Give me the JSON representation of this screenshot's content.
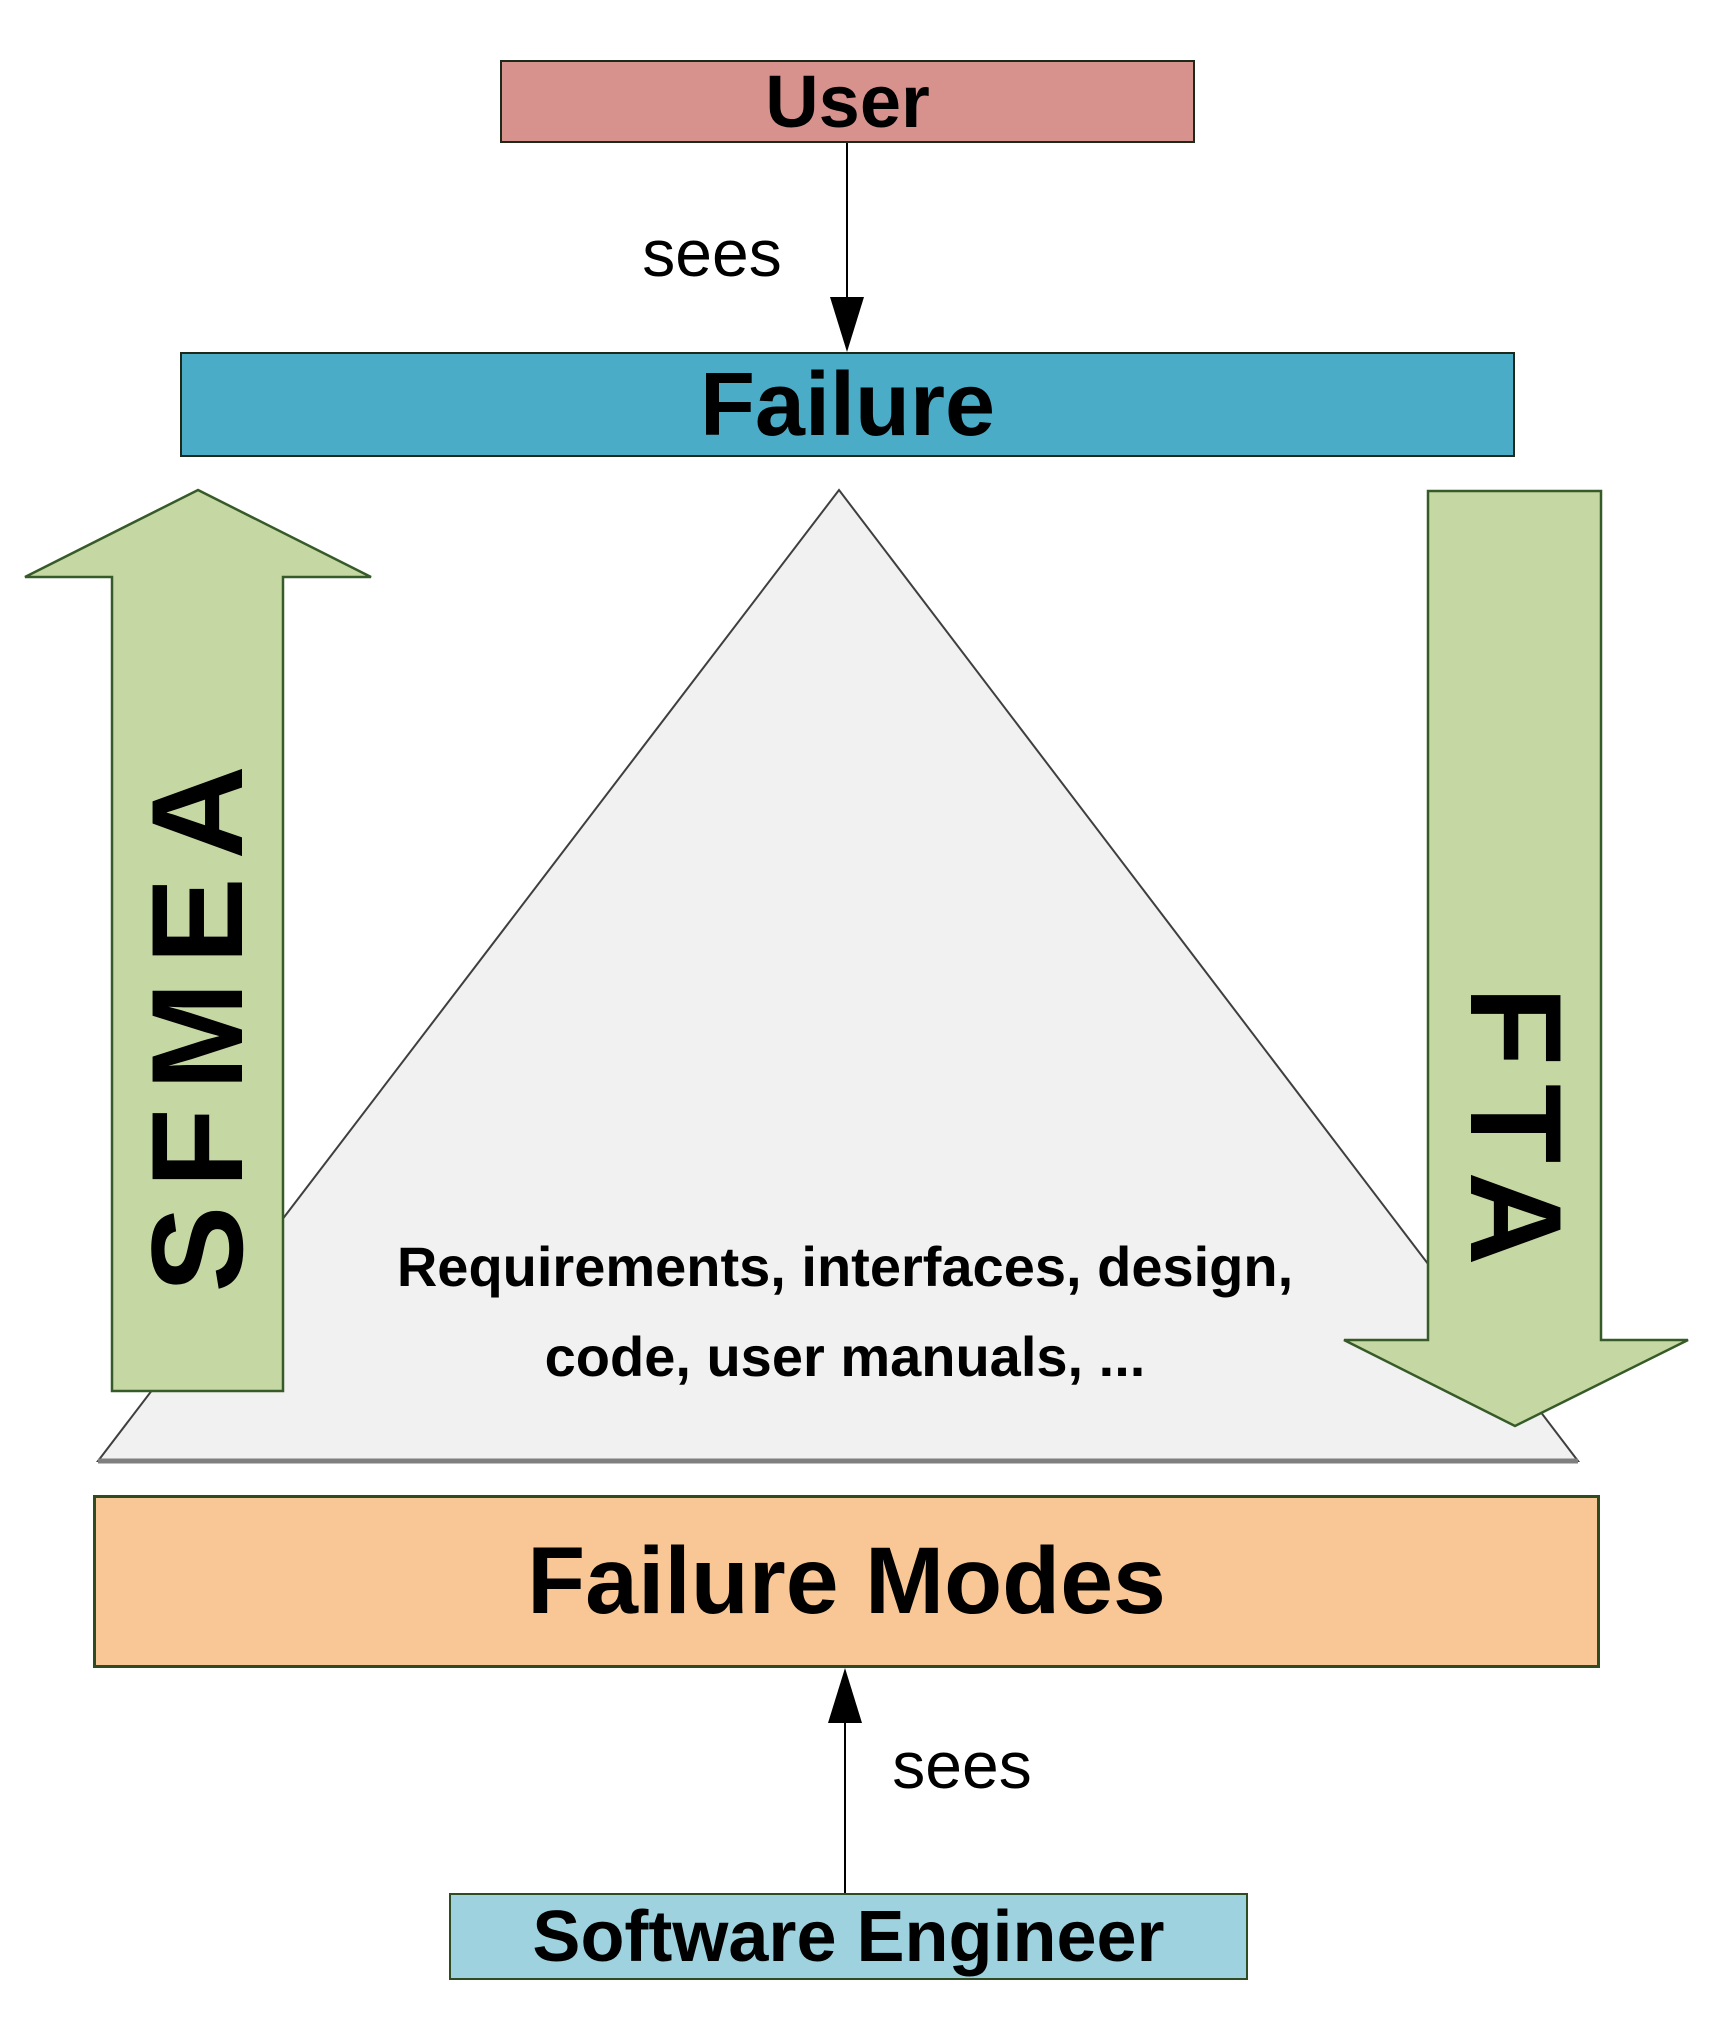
{
  "diagram": {
    "nodes": {
      "user": {
        "label": "User",
        "fill": "#D7928E"
      },
      "failure": {
        "label": "Failure",
        "fill": "#4AACC6"
      },
      "artifacts_triangle": {
        "line1": "Requirements, interfaces, design,",
        "line2": "code, user manuals, ...",
        "fill": "#F1F1F1"
      },
      "failure_modes": {
        "label": "Failure Modes",
        "fill": "#F8C795"
      },
      "software_engineer": {
        "label": "Software Engineer",
        "fill": "#9DD2DE"
      }
    },
    "edges": {
      "user_sees": {
        "label": "sees"
      },
      "engineer_sees": {
        "label": "sees"
      }
    },
    "analysis_arrows": {
      "sfmea": {
        "label": "SFMEA",
        "direction": "up",
        "fill": "#C5D8A4",
        "border": "#375B28"
      },
      "fta": {
        "label": "FTA",
        "direction": "down",
        "fill": "#C5D8A4",
        "border": "#375B28"
      }
    }
  }
}
